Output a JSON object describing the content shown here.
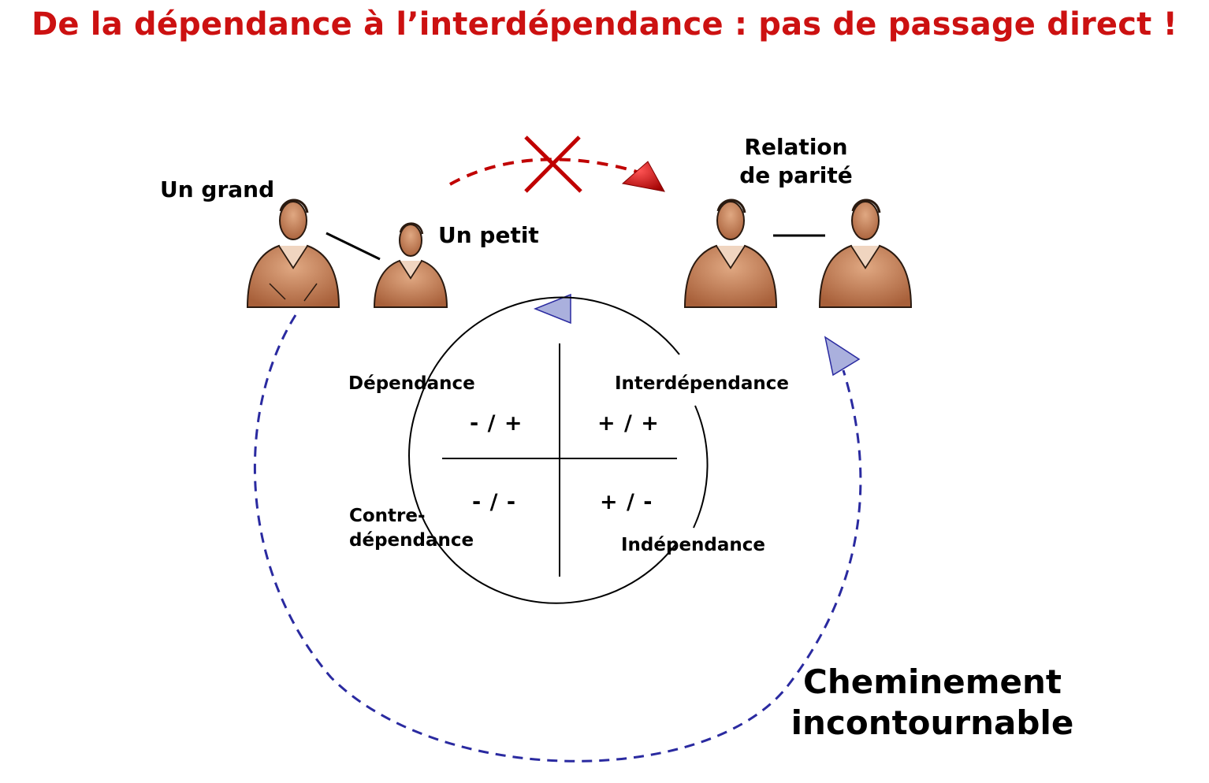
{
  "title": "De la dépendance à l’interdépendance : pas de passage direct !",
  "people": {
    "big_label": "Un grand",
    "small_label": "Un petit",
    "parity_line1": "Relation",
    "parity_line2": "de parité"
  },
  "quadrants": {
    "top_left": {
      "name": "Dépendance",
      "sign": "- / +"
    },
    "top_right": {
      "name": "Interdépendance",
      "sign": "+ / +"
    },
    "bottom_left": {
      "name_line1": "Contre-",
      "name_line2": "dépendance",
      "sign": "- / -"
    },
    "bottom_right": {
      "name": "Indépendance",
      "sign": "+ / -"
    }
  },
  "path_label_line1": "Cheminement",
  "path_label_line2": "incontournable",
  "colors": {
    "title": "#cc1111",
    "direct_arrow": "#c00000",
    "path_arrow": "#2a2aa0",
    "arrowhead_fill": "#aab0dd",
    "skin": "#c07a4e"
  }
}
